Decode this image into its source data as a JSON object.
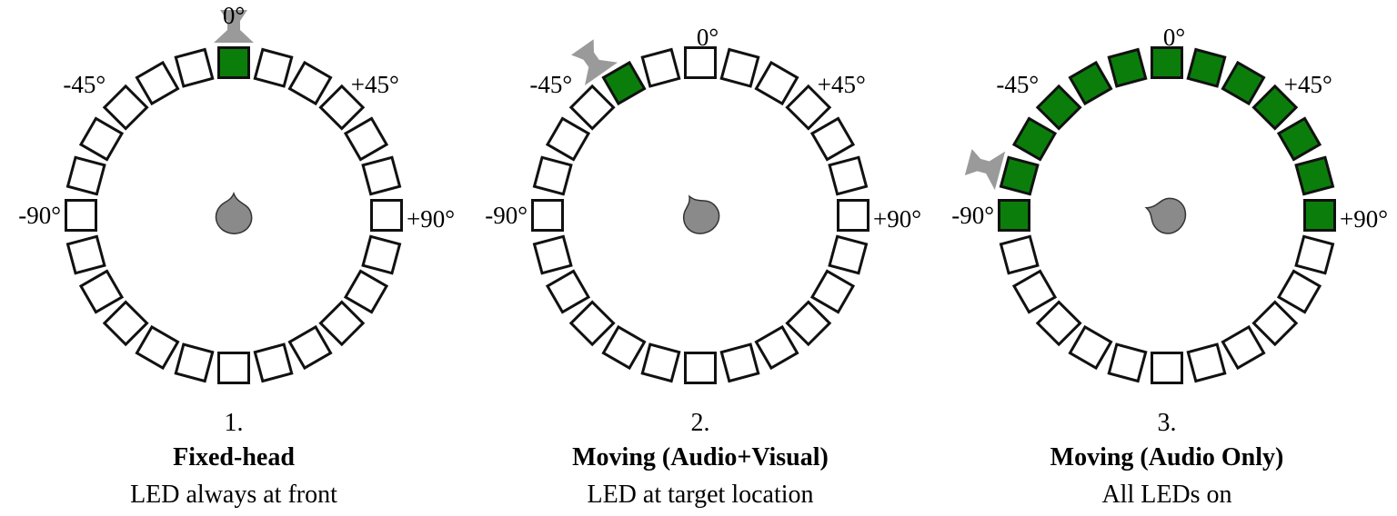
{
  "colors": {
    "led_on": "#0b7d0b",
    "led_off": "#ffffff",
    "led_stroke": "#111111",
    "speaker": "#9a9a9a",
    "head": "#8a8a8a",
    "head_stroke": "#333333"
  },
  "icons": {
    "speaker": "speaker-icon",
    "head": "head-icon"
  },
  "panels": [
    {
      "id": "fixed-head",
      "number": "1.",
      "title": "Fixed-head",
      "description": "LED always at front",
      "led_count": 24,
      "lit_leds_deg": [
        0
      ],
      "speaker_angle_deg": 0,
      "head_rotation_deg": 0,
      "angle_labels": {
        "zero": "0°",
        "minus45": "-45°",
        "plus45": "+45°",
        "minus90": "-90°",
        "plus90": "+90°"
      }
    },
    {
      "id": "moving-audio-visual",
      "number": "2.",
      "title": "Moving (Audio+Visual)",
      "description": "LED at target location",
      "led_count": 24,
      "lit_leds_deg": [
        -30
      ],
      "speaker_angle_deg": -35,
      "head_rotation_deg": -30,
      "angle_labels": {
        "zero": "0°",
        "minus45": "-45°",
        "plus45": "+45°",
        "minus90": "-90°",
        "plus90": "+90°"
      }
    },
    {
      "id": "moving-audio-only",
      "number": "3.",
      "title": "Moving (Audio Only)",
      "description": "All LEDs on",
      "led_count": 24,
      "lit_leds_deg": [
        -90,
        -75,
        -60,
        -45,
        -30,
        -15,
        0,
        15,
        30,
        45,
        60,
        75,
        90
      ],
      "speaker_angle_deg": -75,
      "head_rotation_deg": -70,
      "angle_labels": {
        "zero": "0°",
        "minus45": "-45°",
        "plus45": "+45°",
        "minus90": "-90°",
        "plus90": "+90°"
      }
    }
  ]
}
